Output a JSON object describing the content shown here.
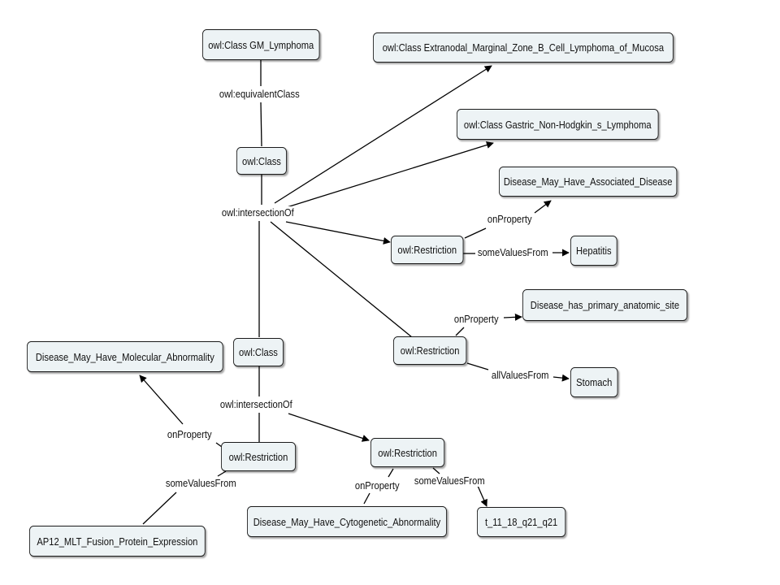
{
  "nodes": {
    "gm_lymphoma": "owl:Class GM_Lymphoma",
    "extranodal": "owl:Class Extranodal_Marginal_Zone_B_Cell_Lymphoma_of_Mucosa",
    "gastric_nhl": "owl:Class Gastric_Non-Hodgkin_s_Lymphoma",
    "associated_disease": "Disease_May_Have_Associated_Disease",
    "class_top": "owl:Class",
    "restriction_1": "owl:Restriction",
    "hepatitis": "Hepatitis",
    "primary_site": "Disease_has_primary_anatomic_site",
    "restriction_2": "owl:Restriction",
    "stomach": "Stomach",
    "class_bottom": "owl:Class",
    "molecular_abnormality": "Disease_May_Have_Molecular_Abnormality",
    "restriction_3": "owl:Restriction",
    "restriction_4": "owl:Restriction",
    "ap12": "AP12_MLT_Fusion_Protein_Expression",
    "cytogenetic": "Disease_May_Have_Cytogenetic_Abnormality",
    "translocation": "t_11_18_q21_q21"
  },
  "edge_labels": {
    "equivalent_class": "owl:equivalentClass",
    "intersection_top": "owl:intersectionOf",
    "on_property_1": "onProperty",
    "some_values_1": "someValuesFrom",
    "on_property_2": "onProperty",
    "all_values_2": "allValuesFrom",
    "intersection_bottom": "owl:intersectionOf",
    "on_property_3": "onProperty",
    "some_values_3": "someValuesFrom",
    "on_property_4": "onProperty",
    "some_values_4": "someValuesFrom"
  },
  "colors": {
    "node_fill": "#edf3f5",
    "node_border": "#1a1a1a",
    "edge": "#000000"
  }
}
